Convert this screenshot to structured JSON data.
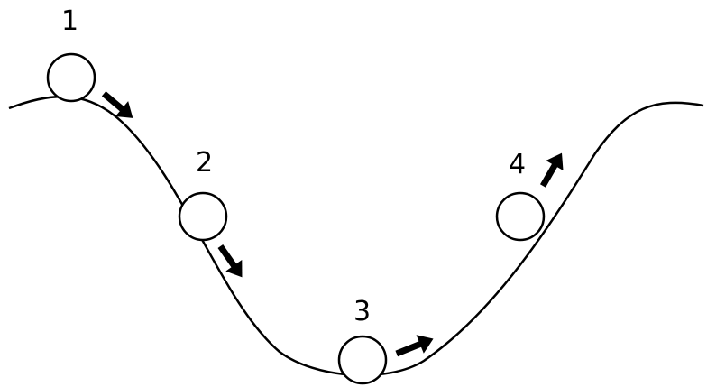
{
  "diagram": {
    "colors": {
      "line": "#000000",
      "background": "#ffffff",
      "ball_fill": "#ffffff"
    },
    "track": "valley-curve",
    "balls": [
      {
        "label": "1",
        "arrow": "down-right"
      },
      {
        "label": "2",
        "arrow": "down-right"
      },
      {
        "label": "3",
        "arrow": "up-right"
      },
      {
        "label": "4",
        "arrow": "up-right"
      }
    ]
  }
}
